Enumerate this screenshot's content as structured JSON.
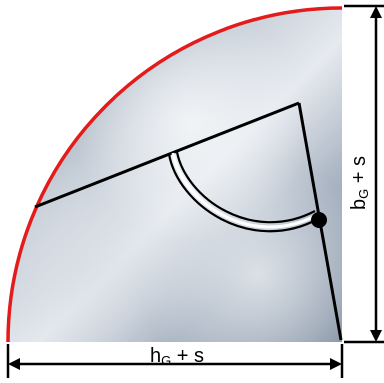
{
  "dimensions": {
    "width_label": {
      "main": "h",
      "sub": "G",
      "rest": " + s"
    },
    "height_label": {
      "main": "b",
      "sub": "G",
      "rest": " + s"
    }
  },
  "colors": {
    "arc": "#e31b1b",
    "lines": "#000000",
    "sky_dark": "#8a97a8",
    "sky_light": "#e4e9ef"
  }
}
